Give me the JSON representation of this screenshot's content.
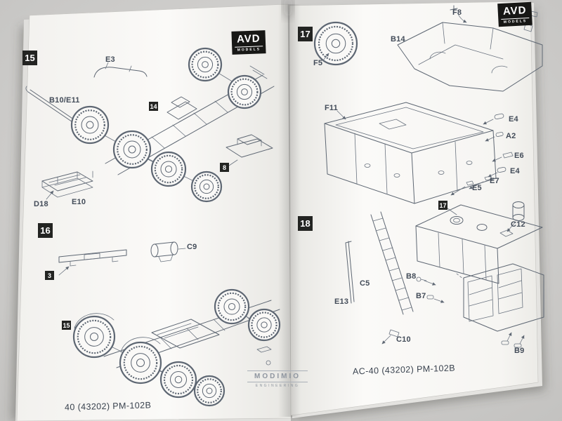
{
  "left_page": {
    "brand": {
      "name": "AVD",
      "sub": "MODELS"
    },
    "step15": {
      "number": "15",
      "badge14": "14",
      "badge8": "8",
      "labels": {
        "e3": "E3",
        "b10e11": "B10/E11",
        "d18": "D18",
        "e10": "E10"
      }
    },
    "step16": {
      "number": "16",
      "badge3": "3",
      "badge15": "15",
      "labels": {
        "c9": "C9"
      }
    },
    "footer": "40 (43202) PM-102B",
    "publisher": {
      "name": "MODIMIO",
      "sub": "ENGINEERING"
    }
  },
  "right_page": {
    "brand": {
      "name": "AVD",
      "sub": "MODELS"
    },
    "step17": {
      "number": "17",
      "labels": {
        "f8": "F8",
        "b14": "B14",
        "f5": "F5",
        "f11": "F11",
        "e4a": "E4",
        "a2": "A2",
        "e6": "E6",
        "e4b": "E4",
        "e7": "E7",
        "e5": "E5"
      }
    },
    "step18": {
      "number": "18",
      "badge17": "17",
      "labels": {
        "c12": "C12",
        "c5": "C5",
        "b8": "B8",
        "b7": "B7",
        "e13": "E13",
        "c10": "C10",
        "b9": "B9"
      }
    },
    "footer": "AC-40 (43202) PM-102B"
  }
}
